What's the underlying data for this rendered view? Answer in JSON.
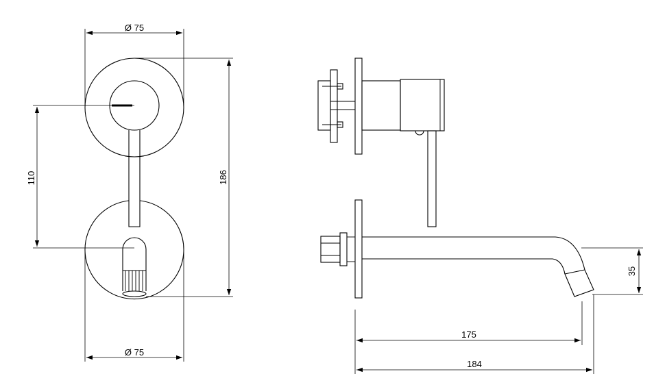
{
  "front_view": {
    "top_diameter": "Ø 75",
    "bottom_diameter": "Ø 75",
    "spacing": "110",
    "overall_height": "186"
  },
  "side_view": {
    "spout_height": "35",
    "projection": "175",
    "overall_projection": "184"
  },
  "colors": {
    "line": "#000000",
    "background": "#ffffff"
  }
}
